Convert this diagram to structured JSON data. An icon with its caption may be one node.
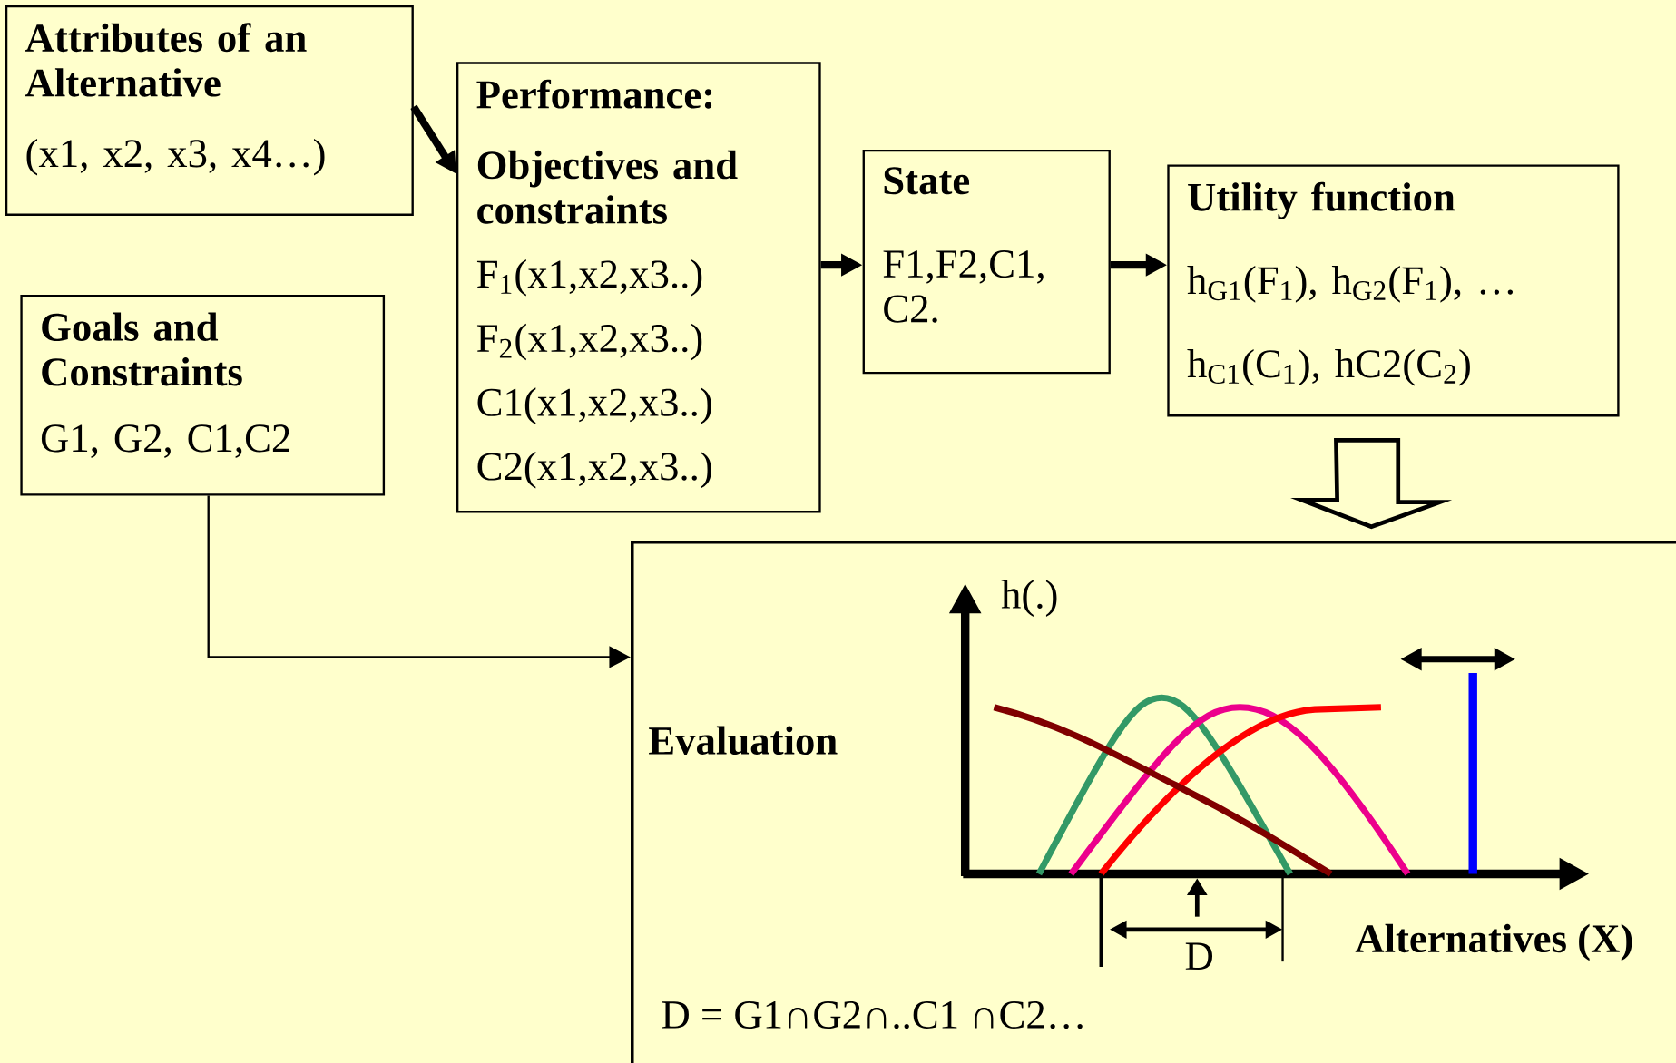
{
  "diagram": {
    "nodes": [
      {
        "text": [
          "Attributes of an Alternative",
          "(x1, x2, x3, x4…)"
        ]
      },
      {
        "text": [
          "Performance:",
          "Objectives and constraints",
          "F$_{1}$(x1,x2,x3..)",
          "F$_{2}$(x1,x2,x3..)",
          "C1(x1,x2,x3..)",
          "C2(x1,x2,x3..)"
        ]
      },
      {
        "text": [
          "State",
          "F1,F2,C1, C2."
        ]
      },
      {
        "text": [
          "Utility function",
          "h$_{G1}$(F$_{1}$), h$_{G2}$(F$_{1}$), …",
          "h$_{C1}$(C$_{1}$), hC2(C$_{2}$)"
        ]
      },
      {
        "text": [
          "Goals and Constraints",
          "G1, G2, C1,C2"
        ]
      },
      {
        "text": [
          "Evaluation",
          "D = G1∩G2∩..C1 ∩C2…"
        ]
      }
    ],
    "edges": [
      {
        "from": 0,
        "to": 1,
        "arrow": "to"
      },
      {
        "from": 1,
        "to": 2,
        "arrow": "to"
      },
      {
        "from": 2,
        "to": 3,
        "arrow": "to"
      },
      {
        "from": 3,
        "to": 5,
        "arrow": "to"
      },
      {
        "from": 4,
        "to": 5,
        "arrow": "to"
      }
    ],
    "labels": [
      "h(.)",
      "D",
      "Alternatives (X)"
    ]
  }
}
